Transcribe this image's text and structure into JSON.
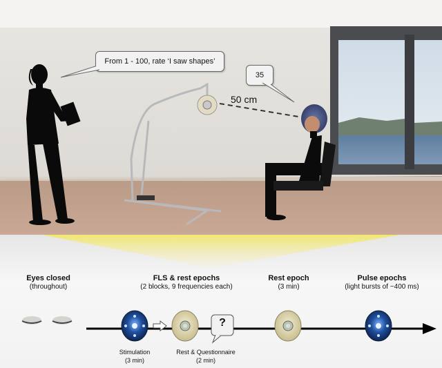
{
  "scene": {
    "experimenter_speech": "From 1 - 100, rate ‘I saw shapes’",
    "participant_speech": "35",
    "distance_label": "50 cm"
  },
  "timeline": {
    "phases": [
      {
        "title": "Eyes closed",
        "subtitle": "(throughout)"
      },
      {
        "title": "FLS & rest epochs",
        "subtitle": "(2 blocks, 9 frequencies each)"
      },
      {
        "title": "Rest epoch",
        "subtitle": "(3 min)"
      },
      {
        "title": "Pulse epochs",
        "subtitle": "(light bursts of ~400 ms)"
      }
    ],
    "stimulation_label": "Stimulation",
    "stimulation_duration": "(3 min)",
    "rest_label": "Rest & Questionnaire",
    "rest_duration": "(2 min)",
    "question_mark": "?"
  },
  "colors": {
    "stim_blue": "#1f4f9c",
    "device_beige": "#d8d0a4",
    "highlight_yellow": "#f2e66a"
  },
  "icons": [
    "closed-eyes-icon",
    "lit-device-icon",
    "unlit-device-icon",
    "arrow-right-icon",
    "question-bubble-icon"
  ]
}
